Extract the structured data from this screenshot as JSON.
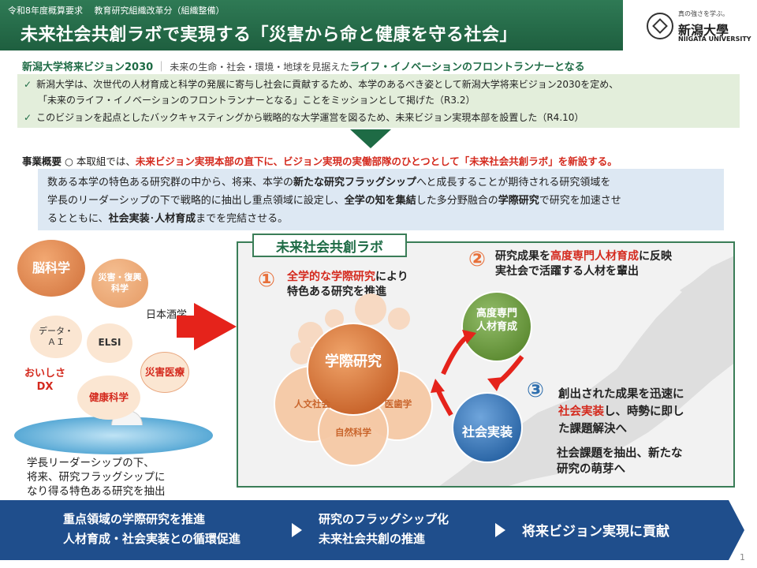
{
  "header": {
    "subtitle": "令和8年度概算要求　 教育研究組織改革分（組織整備）",
    "title": "未来社会共創ラボで実現する「災害から命と健康を守る社会」"
  },
  "logo": {
    "tagline": "真の強さを学ぶ。",
    "name": "新潟大學",
    "english": "NIIGATA UNIVERSITY"
  },
  "vision": {
    "name": "新潟大学将来ビジョン2030",
    "separator": "｜",
    "description": "未来の生命・社会・環境・地球を見据えた",
    "highlight": "ライフ・イノベーションのフロントランナーとなる",
    "check": "✓",
    "points": [
      "新潟大学は、次世代の人材育成と科学の発展に寄与し社会に貢献するため、本学のあるべき姿として新潟大学将来ビジョン2030を定め、",
      "「未来のライフ・イノベーションのフロントランナーとなる」ことをミッションとして掲げた（R3.2）",
      "このビジョンを起点としたバックキャスティングから戦略的な大学運営を図るため、未来ビジョン実現本部を設置した（R4.10）"
    ]
  },
  "overview": {
    "label": "事業概要",
    "mark": "○",
    "text": "本取組では、",
    "highlight": "未来ビジョン実現本部の直下に、ビジョン実現の実働部隊のひとつとして「未来社会共創ラボ」を新設する。"
  },
  "intro": {
    "l1a": "数ある本学の特色ある研究群の中から、将来、本学の",
    "l1b": "新たな研究フラッグシップ",
    "l1c": "へと成長することが期待される研究領域を",
    "l2a": "学長のリーダーシップの下で戦略的に抽出し重点領域に設定し、",
    "l2b": "全学の知を集結",
    "l2c": "した多分野融合の",
    "l2d": "学際研究",
    "l2e": "で研究を加速させ",
    "l3a": "るとともに、",
    "l3b": "社会実装",
    "l3c": "･",
    "l3d": "人材育成",
    "l3e": "までを完結させる。"
  },
  "left_bubbles": {
    "brain": "脳科学",
    "disaster_rec_1": "災害・復興",
    "disaster_rec_2": "科学",
    "sake": "日本酒学",
    "data_1": "データ・",
    "data_2": "ＡＩ",
    "elsi": "ELSI",
    "disaster_med": "災害医療",
    "oishisa_1": "おいしさ",
    "oishisa_2": "DX",
    "health": "健康科学"
  },
  "left_caption": [
    "学長リーダーシップの下、",
    "将来、研究フラッグシップに",
    "なり得る特色ある研究を抽出"
  ],
  "lab": {
    "title": "未来社会共創ラボ",
    "step1": {
      "num": "①",
      "red": "全学的な学際研究",
      "text1": "により",
      "text2": "特色ある研究を推進"
    },
    "step2": {
      "num": "②",
      "text1a": "研究成果を",
      "red": "高度専門人材育成",
      "text1b": "に反映",
      "text2": "実社会で活躍する人材を輩出"
    },
    "step3": {
      "num": "③",
      "text1": "創出された成果を迅速に",
      "red": "社会実装",
      "text2": "し、時勢に即し",
      "text3": "た課題解決へ"
    },
    "extra": [
      "社会課題を抽出、新たな",
      "研究の萌芽へ"
    ],
    "center": "学際研究",
    "humanities": "人文社会",
    "medical": "医歯学",
    "natural": "自然科学",
    "talent_1": "高度専門",
    "talent_2": "人材育成",
    "social": "社会実装"
  },
  "bottom": {
    "b1a": "重点領域の学際研究を推進",
    "b1b": "人材育成・社会実装との循環促進",
    "b2a": "研究のフラッグシップ化",
    "b2b": "未来社会共創の推進",
    "b3": "将来ビジョン実現に貢献"
  },
  "page_number": "1",
  "colors": {
    "header_green": "#1e5f3f",
    "accent_red": "#d42a1e",
    "orange": "#d0703a",
    "bottom_navy": "#1f4e8c",
    "talent_green": "#6a9a3e",
    "social_blue": "#2e6fae"
  }
}
